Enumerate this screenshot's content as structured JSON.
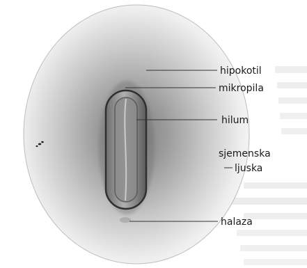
{
  "labels": {
    "hipokotil": "hipokotil",
    "mikropila": "mikropila",
    "hilum": "hilum",
    "sjemenska": "sjemenska",
    "ljuska": "ljuska",
    "halaza": "halaza"
  },
  "colors": {
    "background": "#ffffff",
    "seed_light": "#f2f2f2",
    "seed_mid": "#c4c4c4",
    "seed_dark": "#8a8a8a",
    "hilum_fill": "#9a9a9a",
    "hilum_edge": "#3a3a3a",
    "leader_line": "#333333",
    "bg_text_block": "#cfcfcf"
  }
}
